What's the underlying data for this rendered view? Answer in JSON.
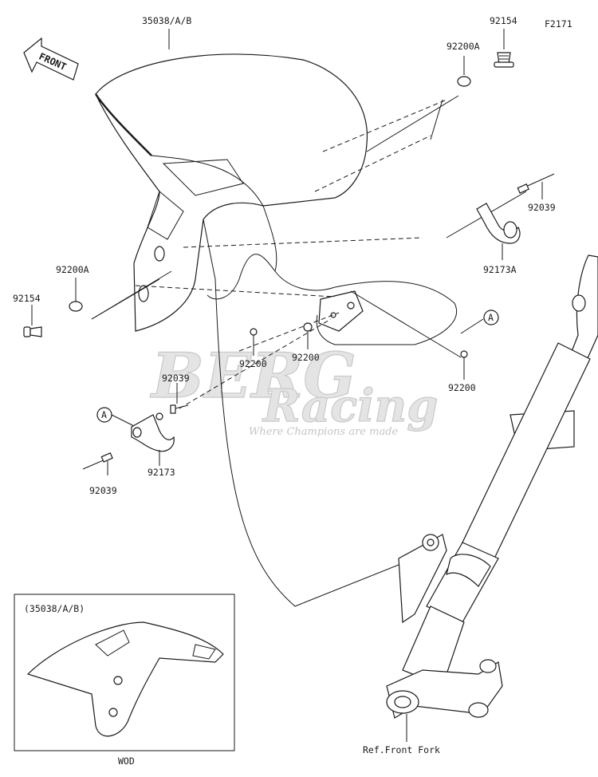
{
  "figure_code": "F2171",
  "front_label": "FRONT",
  "watermark": {
    "brand": "BERG",
    "sub_brand": "Racing",
    "tagline": "Where Champions are made"
  },
  "callout": "A",
  "parts": {
    "fender": "35038/A/B",
    "bolt_top": "92154",
    "washer_top": "92200A",
    "pin_top_right": "92039",
    "bracket_right": "92173A",
    "washer_left": "92200A",
    "bolt_left": "92154",
    "washer_center_1": "92200",
    "washer_center_2": "92200",
    "washer_right": "92200",
    "pin_left_top": "92039",
    "bracket_left": "92173",
    "pin_left_bottom": "92039"
  },
  "inset": {
    "title": "(35038/A/B)",
    "caption": "WOD"
  },
  "reference": "Ref.Front Fork"
}
